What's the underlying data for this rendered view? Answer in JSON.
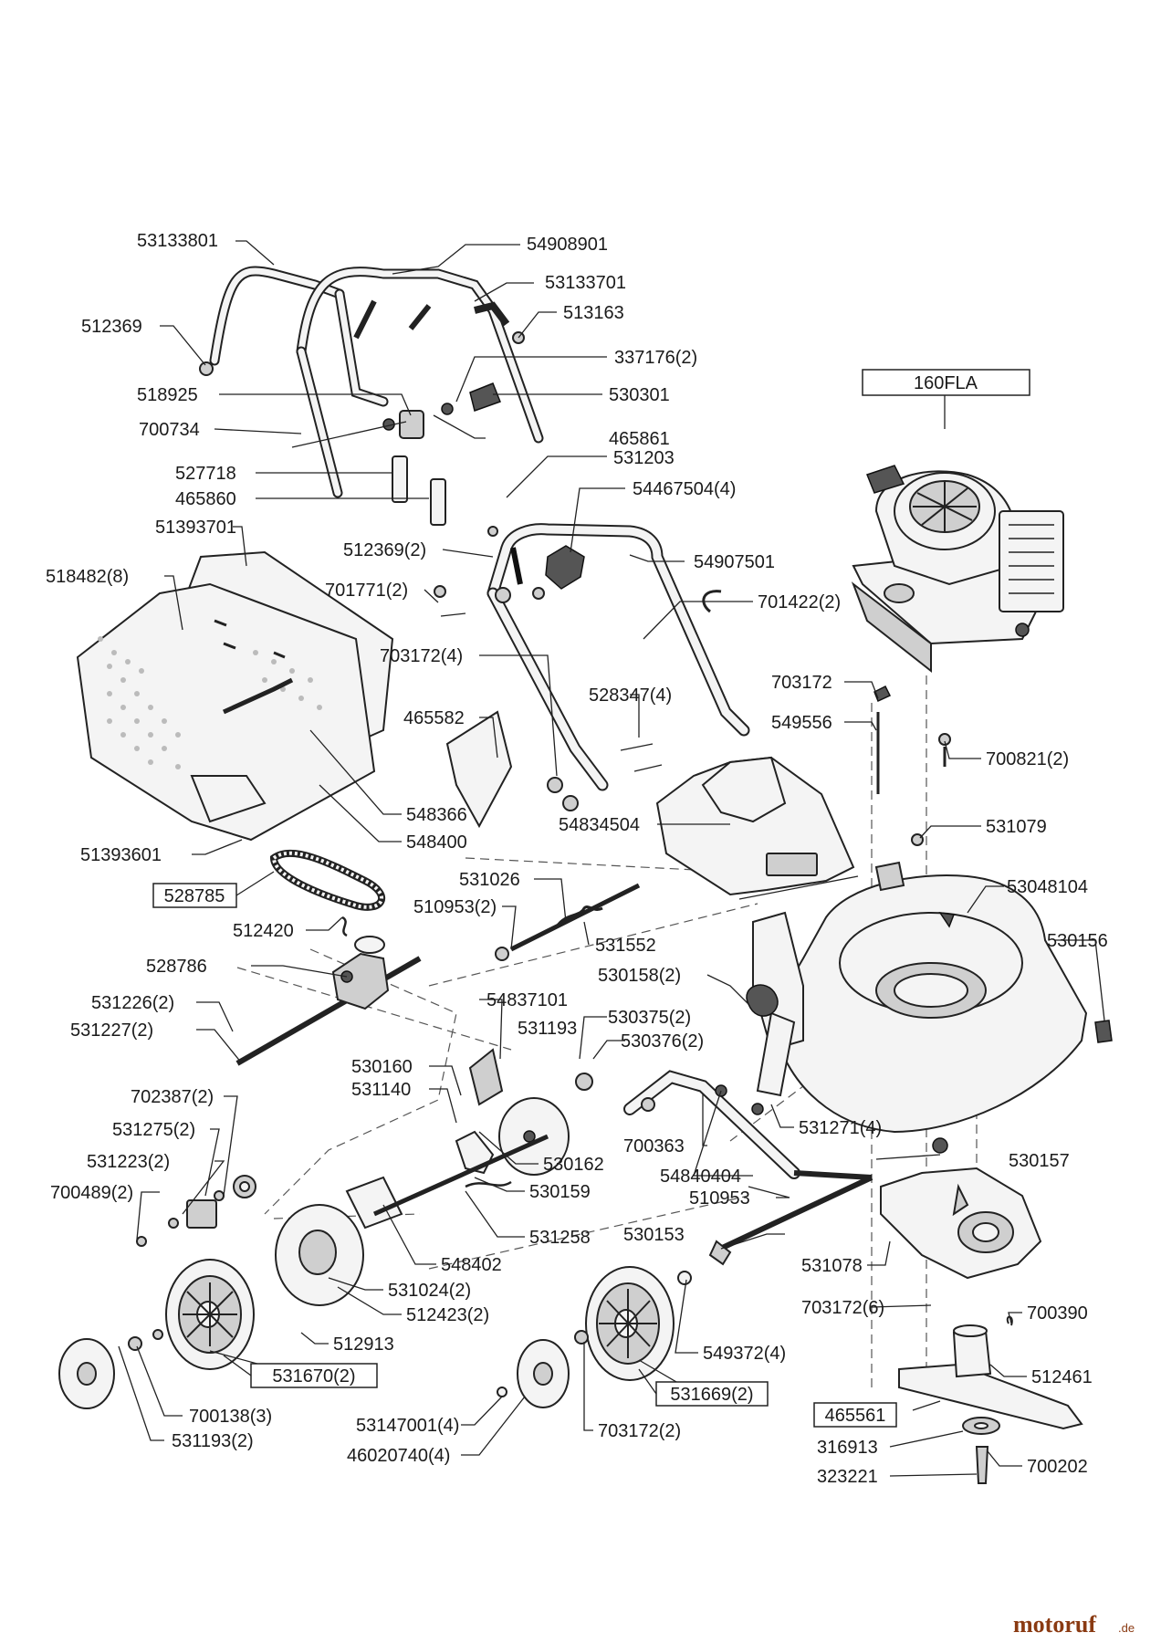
{
  "diagram": {
    "labels": [
      {
        "id": "l01",
        "text": "53133801"
      },
      {
        "id": "l02",
        "text": "54908901"
      },
      {
        "id": "l03",
        "text": "53133701"
      },
      {
        "id": "l04",
        "text": "512369"
      },
      {
        "id": "l05",
        "text": "513163"
      },
      {
        "id": "l06",
        "text": "337176(2)"
      },
      {
        "id": "l07",
        "text": "518925"
      },
      {
        "id": "l08",
        "text": "530301"
      },
      {
        "id": "l09",
        "text": "700734"
      },
      {
        "id": "l10",
        "text": "465861"
      },
      {
        "id": "l11",
        "text": "527718"
      },
      {
        "id": "l12",
        "text": "531203"
      },
      {
        "id": "l13",
        "text": "465860"
      },
      {
        "id": "l14",
        "text": "54467504(4)"
      },
      {
        "id": "l15",
        "text": "51393701"
      },
      {
        "id": "l16",
        "text": "512369(2)"
      },
      {
        "id": "l17",
        "text": "54907501"
      },
      {
        "id": "l18",
        "text": "518482(8)"
      },
      {
        "id": "l19",
        "text": "701771(2)"
      },
      {
        "id": "l20",
        "text": "701422(2)"
      },
      {
        "id": "l21",
        "text": "703172(4)"
      },
      {
        "id": "l22",
        "text": "703172"
      },
      {
        "id": "l23",
        "text": "528347(4)"
      },
      {
        "id": "l24",
        "text": "549556"
      },
      {
        "id": "l25",
        "text": "465582"
      },
      {
        "id": "l26",
        "text": "700821(2)"
      },
      {
        "id": "l27",
        "text": "548366"
      },
      {
        "id": "l28",
        "text": "531079"
      },
      {
        "id": "l29",
        "text": "548400"
      },
      {
        "id": "l30",
        "text": "54834504"
      },
      {
        "id": "l31",
        "text": "51393601"
      },
      {
        "id": "l32",
        "text": "53048104"
      },
      {
        "id": "l33",
        "text": "531026"
      },
      {
        "id": "l34",
        "text": "510953(2)"
      },
      {
        "id": "l35",
        "text": "531552"
      },
      {
        "id": "l36",
        "text": "512420"
      },
      {
        "id": "l37",
        "text": "530156"
      },
      {
        "id": "l38",
        "text": "528786"
      },
      {
        "id": "l39",
        "text": "530158(2)"
      },
      {
        "id": "l40",
        "text": "54837101"
      },
      {
        "id": "l41",
        "text": "531226(2)"
      },
      {
        "id": "l42",
        "text": "531193"
      },
      {
        "id": "l43",
        "text": "530375(2)"
      },
      {
        "id": "l44",
        "text": "531227(2)"
      },
      {
        "id": "l45",
        "text": "530376(2)"
      },
      {
        "id": "l46",
        "text": "530160"
      },
      {
        "id": "l47",
        "text": "531140"
      },
      {
        "id": "l48",
        "text": "702387(2)"
      },
      {
        "id": "l49",
        "text": "531271(4)"
      },
      {
        "id": "l50",
        "text": "531275(2)"
      },
      {
        "id": "l51",
        "text": "700363"
      },
      {
        "id": "l52",
        "text": "531223(2)"
      },
      {
        "id": "l53",
        "text": "530162"
      },
      {
        "id": "l54",
        "text": "530157"
      },
      {
        "id": "l55",
        "text": "700489(2)"
      },
      {
        "id": "l56",
        "text": "530159"
      },
      {
        "id": "l57",
        "text": "54840404"
      },
      {
        "id": "l58",
        "text": "510953"
      },
      {
        "id": "l59",
        "text": "531258"
      },
      {
        "id": "l60",
        "text": "530153"
      },
      {
        "id": "l61",
        "text": "548402"
      },
      {
        "id": "l62",
        "text": "531078"
      },
      {
        "id": "l63",
        "text": "531024(2)"
      },
      {
        "id": "l64",
        "text": "703172(6)"
      },
      {
        "id": "l65",
        "text": "512423(2)"
      },
      {
        "id": "l66",
        "text": "700390"
      },
      {
        "id": "l67",
        "text": "512913"
      },
      {
        "id": "l68",
        "text": "549372(4)"
      },
      {
        "id": "l69",
        "text": "512461"
      },
      {
        "id": "l70",
        "text": "700138(3)"
      },
      {
        "id": "l71",
        "text": "53147001(4)"
      },
      {
        "id": "l72",
        "text": "316913"
      },
      {
        "id": "l73",
        "text": "531193(2)"
      },
      {
        "id": "l74",
        "text": "703172(2)"
      },
      {
        "id": "l75",
        "text": "700202"
      },
      {
        "id": "l76",
        "text": "46020740(4)"
      },
      {
        "id": "l77",
        "text": "323221"
      }
    ],
    "boxed_labels": [
      {
        "id": "b1",
        "text": "160FLA"
      },
      {
        "id": "b2",
        "text": "528785"
      },
      {
        "id": "b3",
        "text": "531670(2)"
      },
      {
        "id": "b4",
        "text": "531669(2)"
      },
      {
        "id": "b5",
        "text": "465561"
      }
    ]
  },
  "watermark": {
    "brand": "motoruf",
    "suffix": ".de"
  }
}
